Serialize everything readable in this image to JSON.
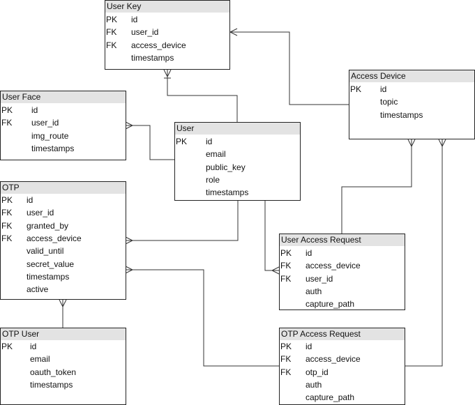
{
  "entities": {
    "user_key": {
      "title": "User Key",
      "fields": [
        {
          "key": "PK",
          "name": "id"
        },
        {
          "key": "FK",
          "name": "user_id"
        },
        {
          "key": "FK",
          "name": "access_device"
        },
        {
          "key": "",
          "name": "timestamps"
        }
      ]
    },
    "access_device": {
      "title": "Access Device",
      "fields": [
        {
          "key": "PK",
          "name": "id"
        },
        {
          "key": "",
          "name": "topic"
        },
        {
          "key": "",
          "name": "timestamps"
        }
      ]
    },
    "user_face": {
      "title": "User Face",
      "fields": [
        {
          "key": "PK",
          "name": "id"
        },
        {
          "key": "FK",
          "name": "user_id"
        },
        {
          "key": "",
          "name": "img_route"
        },
        {
          "key": "",
          "name": "timestamps"
        }
      ]
    },
    "user": {
      "title": "User",
      "fields": [
        {
          "key": "PK",
          "name": "id"
        },
        {
          "key": "",
          "name": "email"
        },
        {
          "key": "",
          "name": "public_key"
        },
        {
          "key": "",
          "name": "role"
        },
        {
          "key": "",
          "name": "timestamps"
        }
      ]
    },
    "otp": {
      "title": "OTP",
      "fields": [
        {
          "key": "PK",
          "name": "id"
        },
        {
          "key": "FK",
          "name": "user_id"
        },
        {
          "key": "FK",
          "name": "granted_by"
        },
        {
          "key": "FK",
          "name": "access_device"
        },
        {
          "key": "",
          "name": "valid_until"
        },
        {
          "key": "",
          "name": "secret_value"
        },
        {
          "key": "",
          "name": "timestamps"
        },
        {
          "key": "",
          "name": "active"
        }
      ]
    },
    "user_access_request": {
      "title": "User Access Request",
      "fields": [
        {
          "key": "PK",
          "name": "id"
        },
        {
          "key": "FK",
          "name": "access_device"
        },
        {
          "key": "FK",
          "name": "user_id"
        },
        {
          "key": "",
          "name": "auth"
        },
        {
          "key": "",
          "name": "capture_path"
        }
      ]
    },
    "otp_user": {
      "title": "OTP User",
      "fields": [
        {
          "key": "PK",
          "name": "id"
        },
        {
          "key": "",
          "name": "email"
        },
        {
          "key": "",
          "name": "oauth_token"
        },
        {
          "key": "",
          "name": "timestamps"
        }
      ]
    },
    "otp_access_request": {
      "title": "OTP Access Request",
      "fields": [
        {
          "key": "PK",
          "name": "id"
        },
        {
          "key": "FK",
          "name": "access_device"
        },
        {
          "key": "FK",
          "name": "otp_id"
        },
        {
          "key": "",
          "name": "auth"
        },
        {
          "key": "",
          "name": "capture_path"
        }
      ]
    }
  },
  "relationships": [
    {
      "from": "user",
      "to": "user_key",
      "cardinality": "one-to-many"
    },
    {
      "from": "access_device",
      "to": "user_key",
      "cardinality": "one-to-many"
    },
    {
      "from": "user",
      "to": "user_face",
      "cardinality": "one-to-many"
    },
    {
      "from": "user",
      "to": "otp",
      "cardinality": "one-to-many"
    },
    {
      "from": "user",
      "to": "user_access_request",
      "cardinality": "one-to-many"
    },
    {
      "from": "access_device",
      "to": "user_access_request",
      "cardinality": "one-to-many"
    },
    {
      "from": "access_device",
      "to": "otp_access_request",
      "cardinality": "one-to-many"
    },
    {
      "from": "otp",
      "to": "otp_user",
      "cardinality": "one-to-many"
    },
    {
      "from": "otp",
      "to": "otp_access_request",
      "cardinality": "one-to-many"
    }
  ]
}
